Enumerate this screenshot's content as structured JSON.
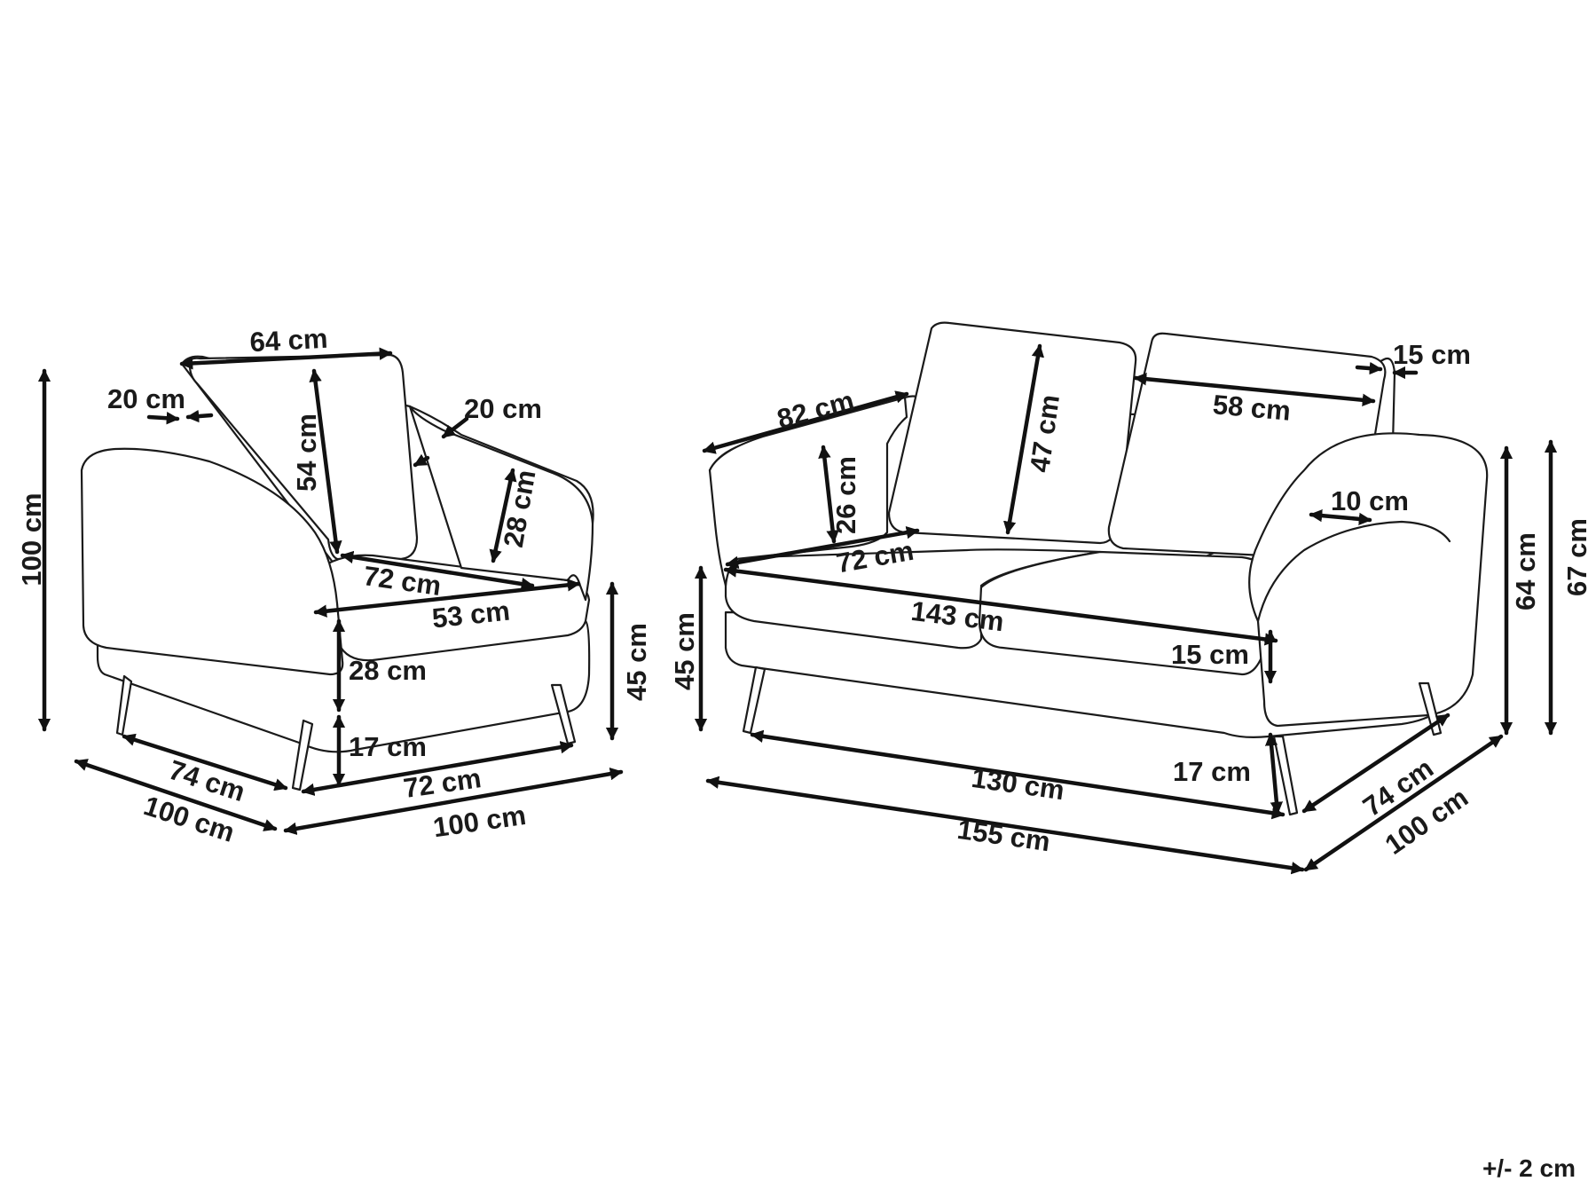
{
  "armchair": {
    "total_height": "100 cm",
    "backrest_width": "64 cm",
    "backrest_thickness": "20 cm",
    "backrest_height": "54 cm",
    "armrest_width": "20 cm",
    "armrest_height": "28 cm",
    "seat_width": "72 cm",
    "seat_depth": "53 cm",
    "seat_height": "45 cm",
    "cushion_thickness": "28 cm",
    "leg_height": "17 cm",
    "inner_depth": "74 cm",
    "outer_depth": "100 cm",
    "inner_width": "72 cm",
    "outer_width": "100 cm"
  },
  "sofa": {
    "side_depth": "82 cm",
    "armrest_height": "26 cm",
    "cushion_depth": "72 cm",
    "backrest_height": "47 cm",
    "backrest_cushion_width": "58 cm",
    "backrest_thickness": "15 cm",
    "armrest_width": "10 cm",
    "seat_width": "143 cm",
    "seat_thickness": "15 cm",
    "seat_height": "45 cm",
    "arm_height": "64 cm",
    "total_height": "67 cm",
    "leg_height": "17 cm",
    "inner_width": "130 cm",
    "outer_width": "155 cm",
    "inner_depth": "74 cm",
    "outer_depth": "100 cm"
  },
  "tolerance": "+/- 2 cm",
  "colors": {
    "line": "#1a1a1a",
    "background": "#ffffff"
  }
}
